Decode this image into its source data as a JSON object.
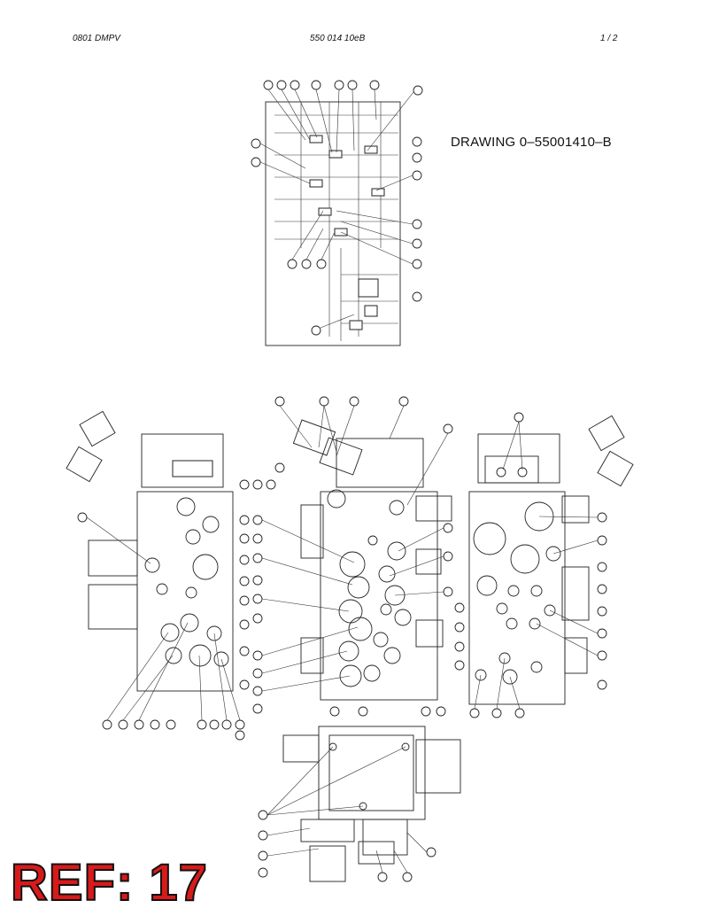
{
  "header": {
    "left": "0801  DMPV",
    "center": "550 014 10eB",
    "right": "1 /  2"
  },
  "drawing_label": "DRAWING 0–55001410–B",
  "ref_label": "REF: 17"
}
